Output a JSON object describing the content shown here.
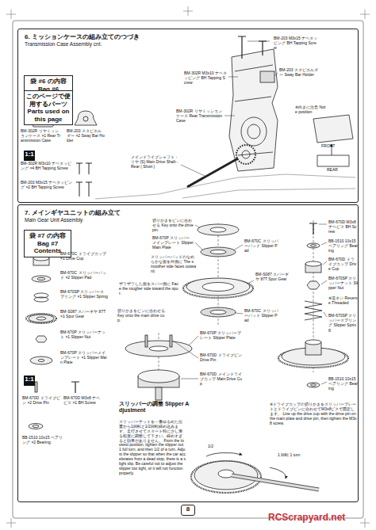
{
  "diagram": {
    "nodes": [
      {
        "text": [
          "6. ミッションケースの組み立てのつづき",
          "Transmission Case Assembly cnt."
        ]
      },
      {
        "text": [
          "袋 #6 の内容 Bag #6 Contents"
        ],
        "in": 0
      },
      {
        "text": [
          "このページで使用するパーツ Parts used on this page"
        ],
        "in": 0
      },
      {
        "text": [
          "1:1"
        ],
        "in": 0
      },
      {
        "text": [
          "7. メインギヤユニットの組み立て",
          "Main Gear Unit Assembly"
        ]
      },
      {
        "text": [
          "袋 #7 の内容 Bag #7 Contents"
        ],
        "in": 4
      },
      {
        "text": [
          "1:1"
        ],
        "in": 4
      },
      {
        "text": [
          "8"
        ]
      }
    ],
    "labels": [
      "BM-302R リヤミッションケース ×1 Rear Transmission Case",
      "BM-203 スタビホルダー ×2 Sway Bar Holder",
      "BM-302R M3x10 ナベタッピング ×4 BH Tapping Screw",
      "BM-203 M3x15 ナベタッピング ×2 BH Tapping Screw",
      "BM-203 M3x15 ナベタッピング BH Tapping Screw",
      "BM-302R M3x10 ナベタッピング BH Tapping Screw",
      "BM-203 スタビホルダー Sway Bar Holder",
      "BM-302R リヤミッションケース Rear Transmission Case",
      "※向きに注意 Note position",
      "メインドライブシャフト・リヤ (S) Main Drive Shaft - Rear ( Short )",
      "FRONT",
      "REAR",
      "BM-670C ドライブカップ ×1 Drive Cup",
      "BM-670C スリッパーパッド ×2 Slipper Pad",
      "BM-670SP スリッパースプリング ×1 Slipper Spring",
      "BM-S087 スパーギヤ 87T ×1 Spur Gear",
      "BM-670P スリッパーナット ×1 Slipper Nut",
      "BM-670P スリッパーメインプレート ×1 Slipper Main Plate",
      "BM-670D ドライブピン ×2 Drive Pin",
      "BM-670D M3x8 ナベビス ×1 BH Screw",
      "BB-1510 10x15 ベアリング ×2 Bearing",
      "切りかきをピンに合わせる Key onto the drive pin.",
      "BM-670P スリッパーメインプレート Slipper Main Plate",
      "スリッパーパッドのなめらかな面を外側に The smoother side faces outward.",
      "BM-670C スリッパーパッド Slipper Pad",
      "ザラザラした面をスパー側に Face the rougher side toward the spur.",
      "BM-S087 スパーギヤ 87T Spur Gear",
      "BM-670C スリッパーパッド Slipper Pad",
      "切りかきをピンに合わせる Key onto the main drive cup.",
      "BM-670P スリッパープレート Slipper Plate",
      "BM-670D ドライブピン Drive Pin",
      "BM-670D メインドライブカップ Main Drive Cup",
      "BM-670D M3x8 ナベビス BH Screw",
      "BB-1510 10x15 ベアリング Bearing",
      "BM-670D ドライブカップ Drive Cup",
      "BM-670SP スリッパーナット Slipper Nut",
      "※逆ネジ Reverse Threaded",
      "BM-670SP スリッパースプリング Slipper Spring",
      "BB-1510 10x15 ベアリング Bearing",
      "※ドライブカップの切りかきをスリッパープレートとドライブピンに合わせてM3x8ビスで固定します。 Line up the drive cup with the drive pin on the main plate and drive pin, then tighten the M3x8 screw.",
      "スリッパーの調整 Slipper Adjustment",
      "スリッパーナットを一番ゆるめた位置から1回転と1/2回転締め込みます。走行させてスタート時に少し滑る程度に調整して下さい。締めすぎると効果がありません。 From the loosest position, tighten the slipper nut 1 full turn, and then 1/2 of a turn. Adjust the slipper so that when the car accelerates from a dead stop, there is a slight slip. Be careful not to adjust the slipper too tight, or it will not function properly.",
      "1/2",
      "1 回転 1 turn",
      "RCScrapyard.net"
    ]
  }
}
